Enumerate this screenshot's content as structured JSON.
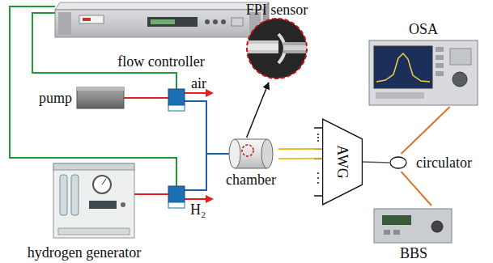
{
  "diagram": {
    "nodes": [
      {
        "text": [
          "flow controller"
        ]
      },
      {
        "text": [
          "FPI sensor"
        ]
      },
      {
        "text": [
          "OSA"
        ]
      },
      {
        "text": [
          "pump"
        ]
      },
      {
        "text": [
          "chamber"
        ]
      },
      {
        "text": [
          "AWG"
        ]
      },
      {
        "text": [
          "circulator"
        ]
      },
      {
        "text": [
          "hydrogen generator"
        ]
      },
      {
        "text": [
          "BBS"
        ]
      }
    ],
    "edges": [
      {
        "from": 4,
        "to": 1,
        "arrow": "to"
      },
      {
        "from": 4,
        "to": 5,
        "arrow": "none"
      },
      {
        "from": 4,
        "to": 5,
        "arrow": "none"
      },
      {
        "from": 5,
        "to": 6,
        "arrow": "none"
      },
      {
        "from": 6,
        "to": 2,
        "arrow": "none"
      },
      {
        "from": 6,
        "to": 8,
        "arrow": "none"
      }
    ],
    "labels": [
      "air",
      "H₂"
    ]
  }
}
